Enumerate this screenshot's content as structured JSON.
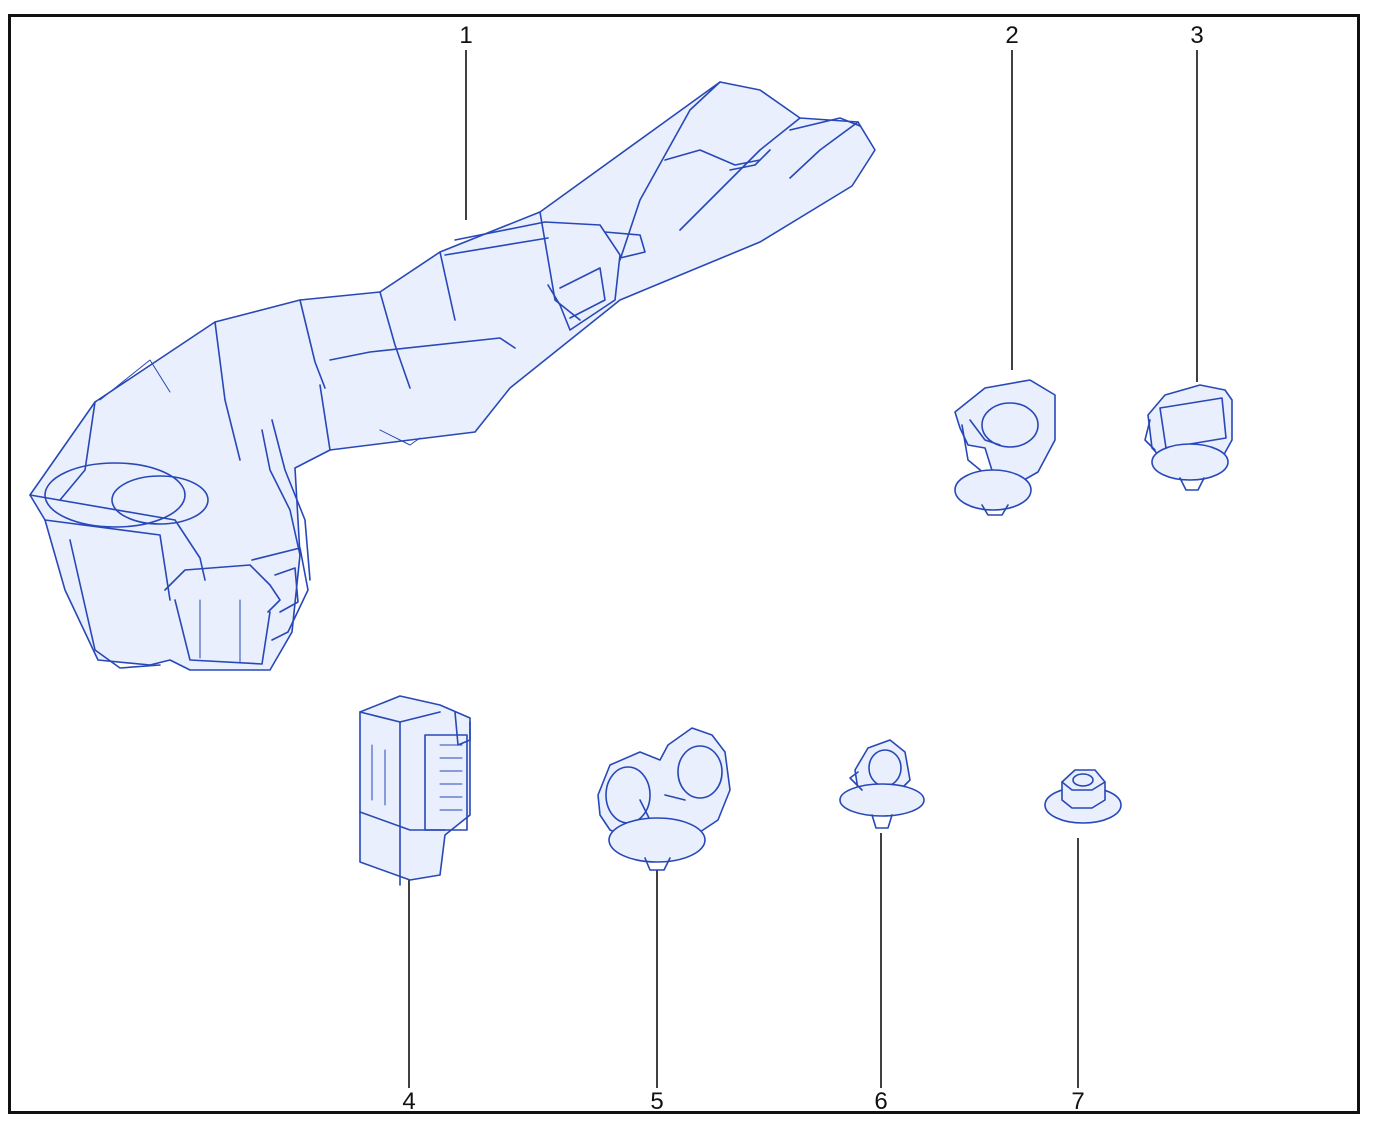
{
  "diagram": {
    "colors": {
      "line": "#2848b8",
      "fill": "#e9effc",
      "leader": "#111111",
      "frame": "#111111"
    },
    "callouts": [
      {
        "id": "1",
        "label": "1"
      },
      {
        "id": "2",
        "label": "2"
      },
      {
        "id": "3",
        "label": "3"
      },
      {
        "id": "4",
        "label": "4"
      },
      {
        "id": "5",
        "label": "5"
      },
      {
        "id": "6",
        "label": "6"
      },
      {
        "id": "7",
        "label": "7"
      }
    ]
  }
}
